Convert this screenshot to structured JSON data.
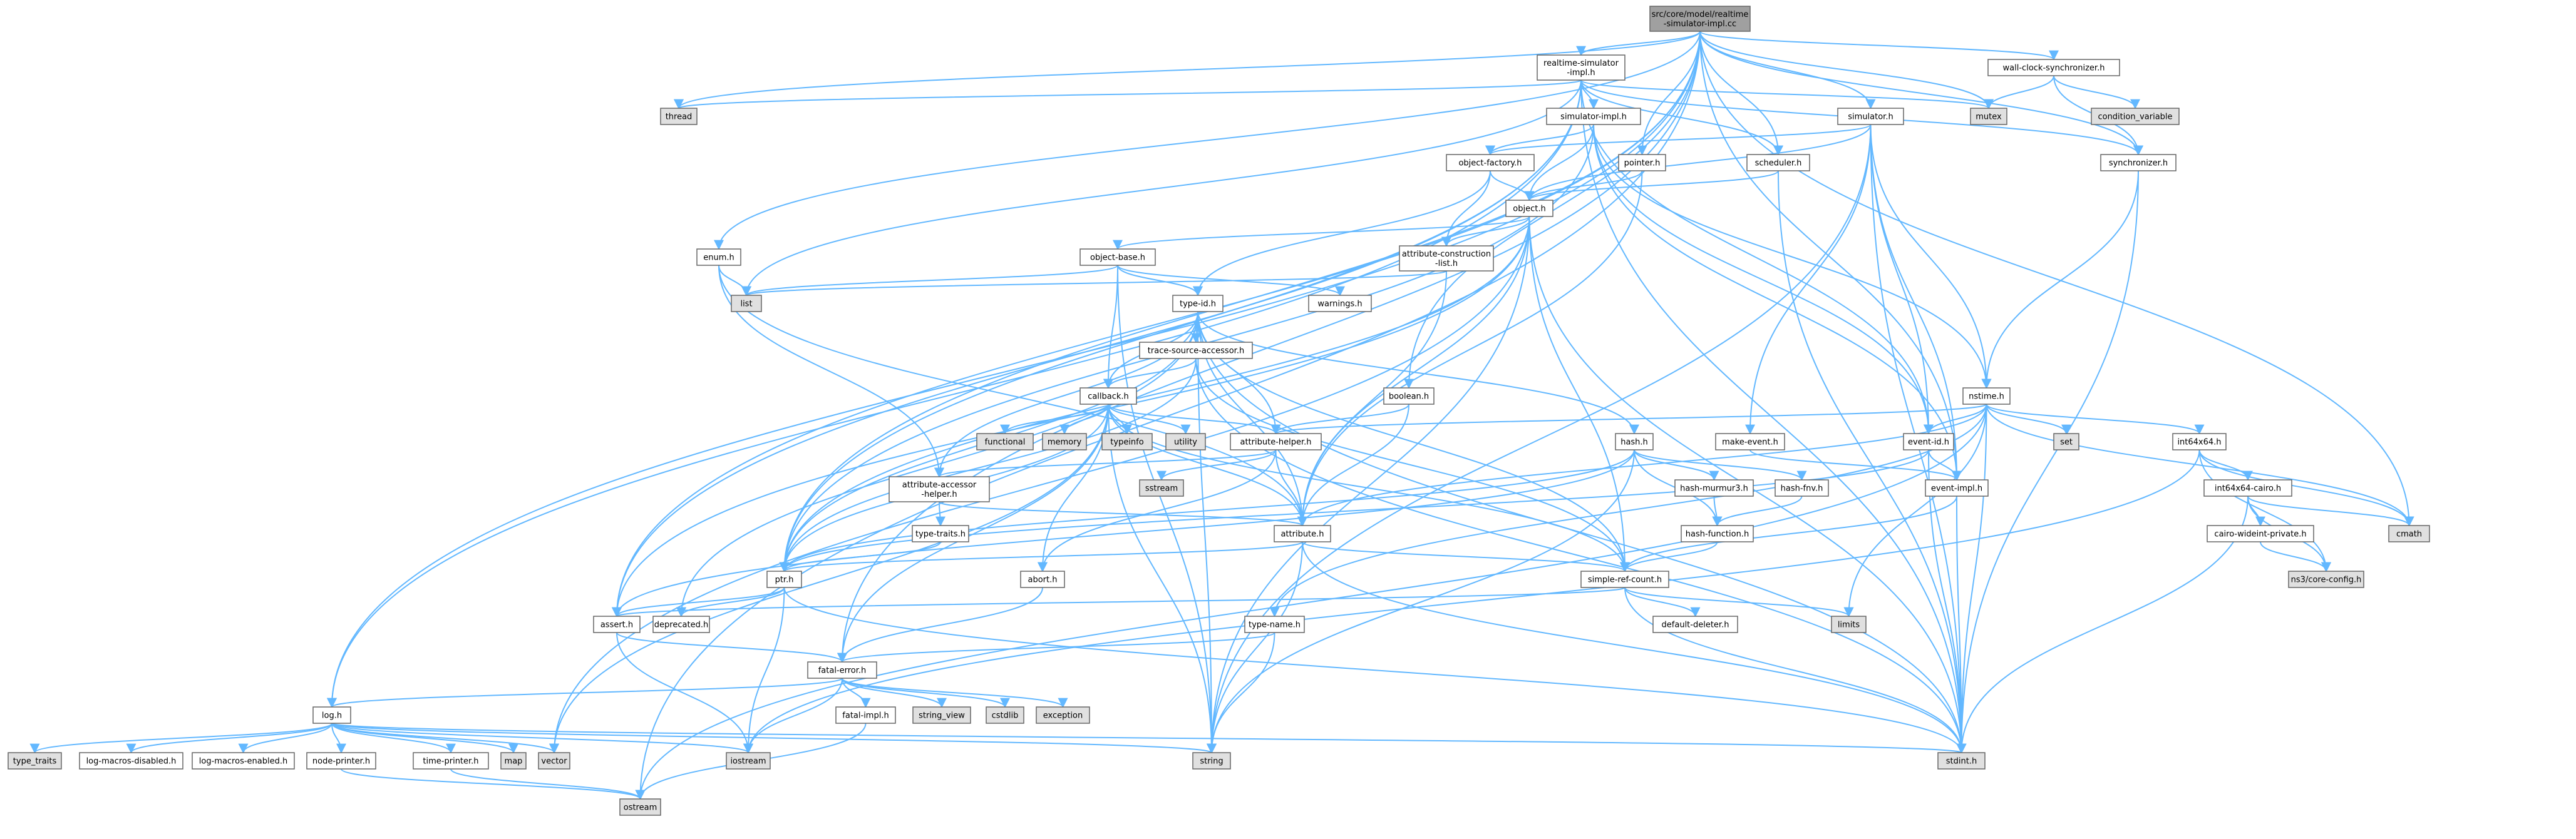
{
  "colors": {
    "edge": "#63b8ff",
    "node_border": "#666666",
    "node_fill_source": "#a0a0a0",
    "node_fill_header": "#ffffff",
    "node_fill_system": "#e0e0e0",
    "node_fill_highlight_border": "#ff0000"
  },
  "nodes": [
    {
      "id": "root",
      "lines": [
        "src/core/model/realtime",
        "-simulator-impl.cc"
      ],
      "kind": "source"
    },
    {
      "id": "rsih",
      "lines": [
        "realtime-simulator",
        "-impl.h"
      ],
      "kind": "header"
    },
    {
      "id": "wcs",
      "lines": [
        "wall-clock-synchronizer.h"
      ],
      "kind": "header"
    },
    {
      "id": "thread",
      "lines": [
        "thread"
      ],
      "kind": "system"
    },
    {
      "id": "mutex",
      "lines": [
        "mutex"
      ],
      "kind": "system"
    },
    {
      "id": "condvar",
      "lines": [
        "condition_variable"
      ],
      "kind": "system"
    },
    {
      "id": "simimpl",
      "lines": [
        "simulator-impl.h"
      ],
      "kind": "header"
    },
    {
      "id": "simulator",
      "lines": [
        "simulator.h"
      ],
      "kind": "header"
    },
    {
      "id": "pointer",
      "lines": [
        "pointer.h"
      ],
      "kind": "header"
    },
    {
      "id": "scheduler",
      "lines": [
        "scheduler.h"
      ],
      "kind": "header"
    },
    {
      "id": "sync",
      "lines": [
        "synchronizer.h"
      ],
      "kind": "header"
    },
    {
      "id": "objfactory",
      "lines": [
        "object-factory.h"
      ],
      "kind": "header"
    },
    {
      "id": "object",
      "lines": [
        "object.h"
      ],
      "kind": "header"
    },
    {
      "id": "enum",
      "lines": [
        "enum.h"
      ],
      "kind": "header"
    },
    {
      "id": "objbase",
      "lines": [
        "object-base.h"
      ],
      "kind": "header"
    },
    {
      "id": "attrcons",
      "lines": [
        "attribute-construction",
        "-list.h"
      ],
      "kind": "header"
    },
    {
      "id": "list",
      "lines": [
        "list"
      ],
      "kind": "system"
    },
    {
      "id": "warnings",
      "lines": [
        "warnings.h"
      ],
      "kind": "header"
    },
    {
      "id": "typeid",
      "lines": [
        "type-id.h"
      ],
      "kind": "header"
    },
    {
      "id": "tsa",
      "lines": [
        "trace-source-accessor.h"
      ],
      "kind": "header"
    },
    {
      "id": "callback",
      "lines": [
        "callback.h"
      ],
      "kind": "header"
    },
    {
      "id": "boolean",
      "lines": [
        "boolean.h"
      ],
      "kind": "header"
    },
    {
      "id": "hash",
      "lines": [
        "hash.h"
      ],
      "kind": "header"
    },
    {
      "id": "nstime",
      "lines": [
        "nstime.h"
      ],
      "kind": "header"
    },
    {
      "id": "set",
      "lines": [
        "set"
      ],
      "kind": "system"
    },
    {
      "id": "int64x64",
      "lines": [
        "int64x64.h"
      ],
      "kind": "header"
    },
    {
      "id": "functional",
      "lines": [
        "functional"
      ],
      "kind": "system"
    },
    {
      "id": "memory",
      "lines": [
        "memory"
      ],
      "kind": "system"
    },
    {
      "id": "typeinfo",
      "lines": [
        "typeinfo"
      ],
      "kind": "system"
    },
    {
      "id": "utility",
      "lines": [
        "utility"
      ],
      "kind": "system"
    },
    {
      "id": "attrhelper",
      "lines": [
        "attribute-helper.h"
      ],
      "kind": "header"
    },
    {
      "id": "makeevent",
      "lines": [
        "make-event.h"
      ],
      "kind": "header"
    },
    {
      "id": "eventid",
      "lines": [
        "event-id.h"
      ],
      "kind": "header"
    },
    {
      "id": "int64cairo",
      "lines": [
        "int64x64-cairo.h"
      ],
      "kind": "header"
    },
    {
      "id": "sstream",
      "lines": [
        "sstream"
      ],
      "kind": "system"
    },
    {
      "id": "murmur",
      "lines": [
        "hash-murmur3.h"
      ],
      "kind": "header"
    },
    {
      "id": "fnv",
      "lines": [
        "hash-fnv.h"
      ],
      "kind": "header"
    },
    {
      "id": "attracc",
      "lines": [
        "attribute-accessor",
        "-helper.h"
      ],
      "kind": "header"
    },
    {
      "id": "eventimpl",
      "lines": [
        "event-impl.h"
      ],
      "kind": "header"
    },
    {
      "id": "cairowide",
      "lines": [
        "cairo-wideint-private.h"
      ],
      "kind": "header"
    },
    {
      "id": "cmath",
      "lines": [
        "cmath"
      ],
      "kind": "system"
    },
    {
      "id": "hashfunc",
      "lines": [
        "hash-function.h"
      ],
      "kind": "header",
      "highlight": true
    },
    {
      "id": "typetraits",
      "lines": [
        "type-traits.h"
      ],
      "kind": "header"
    },
    {
      "id": "attribute",
      "lines": [
        "attribute.h"
      ],
      "kind": "header"
    },
    {
      "id": "ptr",
      "lines": [
        "ptr.h"
      ],
      "kind": "header"
    },
    {
      "id": "abort",
      "lines": [
        "abort.h"
      ],
      "kind": "header"
    },
    {
      "id": "simplerc",
      "lines": [
        "simple-ref-count.h"
      ],
      "kind": "header"
    },
    {
      "id": "limits",
      "lines": [
        "limits"
      ],
      "kind": "system"
    },
    {
      "id": "coreconfig",
      "lines": [
        "ns3/core-config.h"
      ],
      "kind": "system"
    },
    {
      "id": "assert",
      "lines": [
        "assert.h"
      ],
      "kind": "header"
    },
    {
      "id": "deprecated",
      "lines": [
        "deprecated.h"
      ],
      "kind": "header"
    },
    {
      "id": "typename",
      "lines": [
        "type-name.h"
      ],
      "kind": "header"
    },
    {
      "id": "defdeleter",
      "lines": [
        "default-deleter.h"
      ],
      "kind": "header"
    },
    {
      "id": "fatalerror",
      "lines": [
        "fatal-error.h"
      ],
      "kind": "header"
    },
    {
      "id": "fatalimpl",
      "lines": [
        "fatal-impl.h"
      ],
      "kind": "header"
    },
    {
      "id": "stringview",
      "lines": [
        "string_view"
      ],
      "kind": "system"
    },
    {
      "id": "cstdlib",
      "lines": [
        "cstdlib"
      ],
      "kind": "system"
    },
    {
      "id": "exception",
      "lines": [
        "exception"
      ],
      "kind": "system"
    },
    {
      "id": "log",
      "lines": [
        "log.h"
      ],
      "kind": "header"
    },
    {
      "id": "type_traits",
      "lines": [
        "type_traits"
      ],
      "kind": "system"
    },
    {
      "id": "logdis",
      "lines": [
        "log-macros-disabled.h"
      ],
      "kind": "header"
    },
    {
      "id": "logen",
      "lines": [
        "log-macros-enabled.h"
      ],
      "kind": "header"
    },
    {
      "id": "nodeprinter",
      "lines": [
        "node-printer.h"
      ],
      "kind": "header"
    },
    {
      "id": "timeprinter",
      "lines": [
        "time-printer.h"
      ],
      "kind": "header"
    },
    {
      "id": "map",
      "lines": [
        "map"
      ],
      "kind": "system"
    },
    {
      "id": "vector",
      "lines": [
        "vector"
      ],
      "kind": "system"
    },
    {
      "id": "iostream",
      "lines": [
        "iostream"
      ],
      "kind": "system"
    },
    {
      "id": "string",
      "lines": [
        "string"
      ],
      "kind": "system"
    },
    {
      "id": "stdint",
      "lines": [
        "stdint.h"
      ],
      "kind": "system"
    },
    {
      "id": "ostream",
      "lines": [
        "ostream"
      ],
      "kind": "system"
    }
  ],
  "edges": [
    [
      "root",
      "rsih"
    ],
    [
      "root",
      "wcs"
    ],
    [
      "root",
      "thread"
    ],
    [
      "root",
      "mutex"
    ],
    [
      "root",
      "simulator"
    ],
    [
      "root",
      "pointer"
    ],
    [
      "root",
      "scheduler"
    ],
    [
      "root",
      "sync"
    ],
    [
      "root",
      "enum"
    ],
    [
      "root",
      "boolean"
    ],
    [
      "root",
      "eventimpl"
    ],
    [
      "root",
      "cmath"
    ],
    [
      "root",
      "ptr"
    ],
    [
      "root",
      "assert"
    ],
    [
      "root",
      "log"
    ],
    [
      "root",
      "fatalerror"
    ],
    [
      "root",
      "ostream"
    ],
    [
      "rsih",
      "thread"
    ],
    [
      "rsih",
      "mutex"
    ],
    [
      "rsih",
      "simimpl"
    ],
    [
      "rsih",
      "scheduler"
    ],
    [
      "rsih",
      "sync"
    ],
    [
      "rsih",
      "eventid"
    ],
    [
      "rsih",
      "list"
    ],
    [
      "rsih",
      "ptr"
    ],
    [
      "rsih",
      "assert"
    ],
    [
      "rsih",
      "log"
    ],
    [
      "rsih",
      "stdint"
    ],
    [
      "wcs",
      "mutex"
    ],
    [
      "wcs",
      "condvar"
    ],
    [
      "wcs",
      "sync"
    ],
    [
      "simimpl",
      "objfactory"
    ],
    [
      "simimpl",
      "object"
    ],
    [
      "simimpl",
      "eventid"
    ],
    [
      "simimpl",
      "eventimpl"
    ],
    [
      "simimpl",
      "nstime"
    ],
    [
      "simimpl",
      "ptr"
    ],
    [
      "simulator",
      "objfactory"
    ],
    [
      "simulator",
      "object"
    ],
    [
      "simulator",
      "eventid"
    ],
    [
      "simulator",
      "makeevent"
    ],
    [
      "simulator",
      "nstime"
    ],
    [
      "simulator",
      "eventimpl"
    ],
    [
      "simulator",
      "string"
    ],
    [
      "simulator",
      "stdint"
    ],
    [
      "pointer",
      "object"
    ],
    [
      "pointer",
      "attribute"
    ],
    [
      "scheduler",
      "object"
    ],
    [
      "scheduler",
      "stdint"
    ],
    [
      "sync",
      "nstime"
    ],
    [
      "sync",
      "stdint"
    ],
    [
      "objfactory",
      "object"
    ],
    [
      "objfactory",
      "attrcons"
    ],
    [
      "objfactory",
      "typeid"
    ],
    [
      "object",
      "objbase"
    ],
    [
      "object",
      "attrcons"
    ],
    [
      "object",
      "attribute"
    ],
    [
      "object",
      "ptr"
    ],
    [
      "object",
      "simplerc"
    ],
    [
      "object",
      "vector"
    ],
    [
      "object",
      "string"
    ],
    [
      "object",
      "stdint"
    ],
    [
      "object",
      "assert"
    ],
    [
      "enum",
      "list"
    ],
    [
      "enum",
      "attribute"
    ],
    [
      "enum",
      "attracc"
    ],
    [
      "objbase",
      "warnings"
    ],
    [
      "objbase",
      "typeid"
    ],
    [
      "objbase",
      "callback"
    ],
    [
      "objbase",
      "list"
    ],
    [
      "objbase",
      "string"
    ],
    [
      "attrcons",
      "list"
    ],
    [
      "attrcons",
      "attribute"
    ],
    [
      "typeid",
      "tsa"
    ],
    [
      "typeid",
      "callback"
    ],
    [
      "typeid",
      "attrhelper"
    ],
    [
      "typeid",
      "attribute"
    ],
    [
      "typeid",
      "attracc"
    ],
    [
      "typeid",
      "hash"
    ],
    [
      "typeid",
      "ptr"
    ],
    [
      "typeid",
      "deprecated"
    ],
    [
      "typeid",
      "string"
    ],
    [
      "typeid",
      "stdint"
    ],
    [
      "typeid",
      "simplerc"
    ],
    [
      "tsa",
      "callback"
    ],
    [
      "tsa",
      "ptr"
    ],
    [
      "tsa",
      "simplerc"
    ],
    [
      "tsa",
      "stdint"
    ],
    [
      "callback",
      "functional"
    ],
    [
      "callback",
      "memory"
    ],
    [
      "callback",
      "typeinfo"
    ],
    [
      "callback",
      "utility"
    ],
    [
      "callback",
      "attribute"
    ],
    [
      "callback",
      "attrhelper"
    ],
    [
      "callback",
      "ptr"
    ],
    [
      "callback",
      "simplerc"
    ],
    [
      "callback",
      "fatalerror"
    ],
    [
      "callback",
      "vector"
    ],
    [
      "callback",
      "abort"
    ],
    [
      "callback",
      "string"
    ],
    [
      "boolean",
      "attrhelper"
    ],
    [
      "boolean",
      "attribute"
    ],
    [
      "hash",
      "murmur"
    ],
    [
      "hash",
      "fnv"
    ],
    [
      "hash",
      "hashfunc"
    ],
    [
      "hash",
      "assert"
    ],
    [
      "hash",
      "ptr"
    ],
    [
      "hash",
      "string"
    ],
    [
      "murmur",
      "hashfunc"
    ],
    [
      "fnv",
      "hashfunc"
    ],
    [
      "hashfunc",
      "simplerc"
    ],
    [
      "nstime",
      "set"
    ],
    [
      "nstime",
      "int64x64"
    ],
    [
      "nstime",
      "attrhelper"
    ],
    [
      "nstime",
      "attribute"
    ],
    [
      "nstime",
      "eventid"
    ],
    [
      "nstime",
      "typename"
    ],
    [
      "nstime",
      "cmath"
    ],
    [
      "nstime",
      "limits"
    ],
    [
      "nstime",
      "ostream"
    ],
    [
      "nstime",
      "stdint"
    ],
    [
      "int64x64",
      "int64cairo"
    ],
    [
      "int64x64",
      "coreconfig"
    ],
    [
      "int64x64",
      "iostream"
    ],
    [
      "int64x64",
      "cmath"
    ],
    [
      "int64cairo",
      "cairowide"
    ],
    [
      "int64cairo",
      "coreconfig"
    ],
    [
      "int64cairo",
      "cmath"
    ],
    [
      "int64cairo",
      "stdint"
    ],
    [
      "cairowide",
      "coreconfig"
    ],
    [
      "attrhelper",
      "sstream"
    ],
    [
      "attrhelper",
      "attracc"
    ],
    [
      "attrhelper",
      "attribute"
    ],
    [
      "attrhelper",
      "abort"
    ],
    [
      "makeevent",
      "eventimpl"
    ],
    [
      "eventid",
      "eventimpl"
    ],
    [
      "eventid",
      "ptr"
    ],
    [
      "eventid",
      "stdint"
    ],
    [
      "eventimpl",
      "simplerc"
    ],
    [
      "eventimpl",
      "stdint"
    ],
    [
      "attracc",
      "attribute"
    ],
    [
      "attracc",
      "typetraits"
    ],
    [
      "typetraits",
      "ptr"
    ],
    [
      "attribute",
      "ptr"
    ],
    [
      "attribute",
      "simplerc"
    ],
    [
      "attribute",
      "string"
    ],
    [
      "attribute",
      "stdint"
    ],
    [
      "ptr",
      "assert"
    ],
    [
      "ptr",
      "deprecated"
    ],
    [
      "ptr",
      "iostream"
    ],
    [
      "ptr",
      "stdint"
    ],
    [
      "abort",
      "fatalerror"
    ],
    [
      "simplerc",
      "assert"
    ],
    [
      "simplerc",
      "defdeleter"
    ],
    [
      "simplerc",
      "limits"
    ],
    [
      "simplerc",
      "stdint"
    ],
    [
      "typename",
      "fatalerror"
    ],
    [
      "typename",
      "string"
    ],
    [
      "assert",
      "fatalerror"
    ],
    [
      "assert",
      "iostream"
    ],
    [
      "fatalerror",
      "fatalimpl"
    ],
    [
      "fatalerror",
      "stringview"
    ],
    [
      "fatalerror",
      "cstdlib"
    ],
    [
      "fatalerror",
      "exception"
    ],
    [
      "fatalerror",
      "iostream"
    ],
    [
      "fatalerror",
      "log"
    ],
    [
      "fatalimpl",
      "ostream"
    ],
    [
      "log",
      "type_traits"
    ],
    [
      "log",
      "logdis"
    ],
    [
      "log",
      "logen"
    ],
    [
      "log",
      "nodeprinter"
    ],
    [
      "log",
      "timeprinter"
    ],
    [
      "log",
      "map"
    ],
    [
      "log",
      "vector"
    ],
    [
      "log",
      "iostream"
    ],
    [
      "log",
      "string"
    ],
    [
      "log",
      "stdint"
    ],
    [
      "nodeprinter",
      "ostream"
    ],
    [
      "timeprinter",
      "ostream"
    ]
  ]
}
